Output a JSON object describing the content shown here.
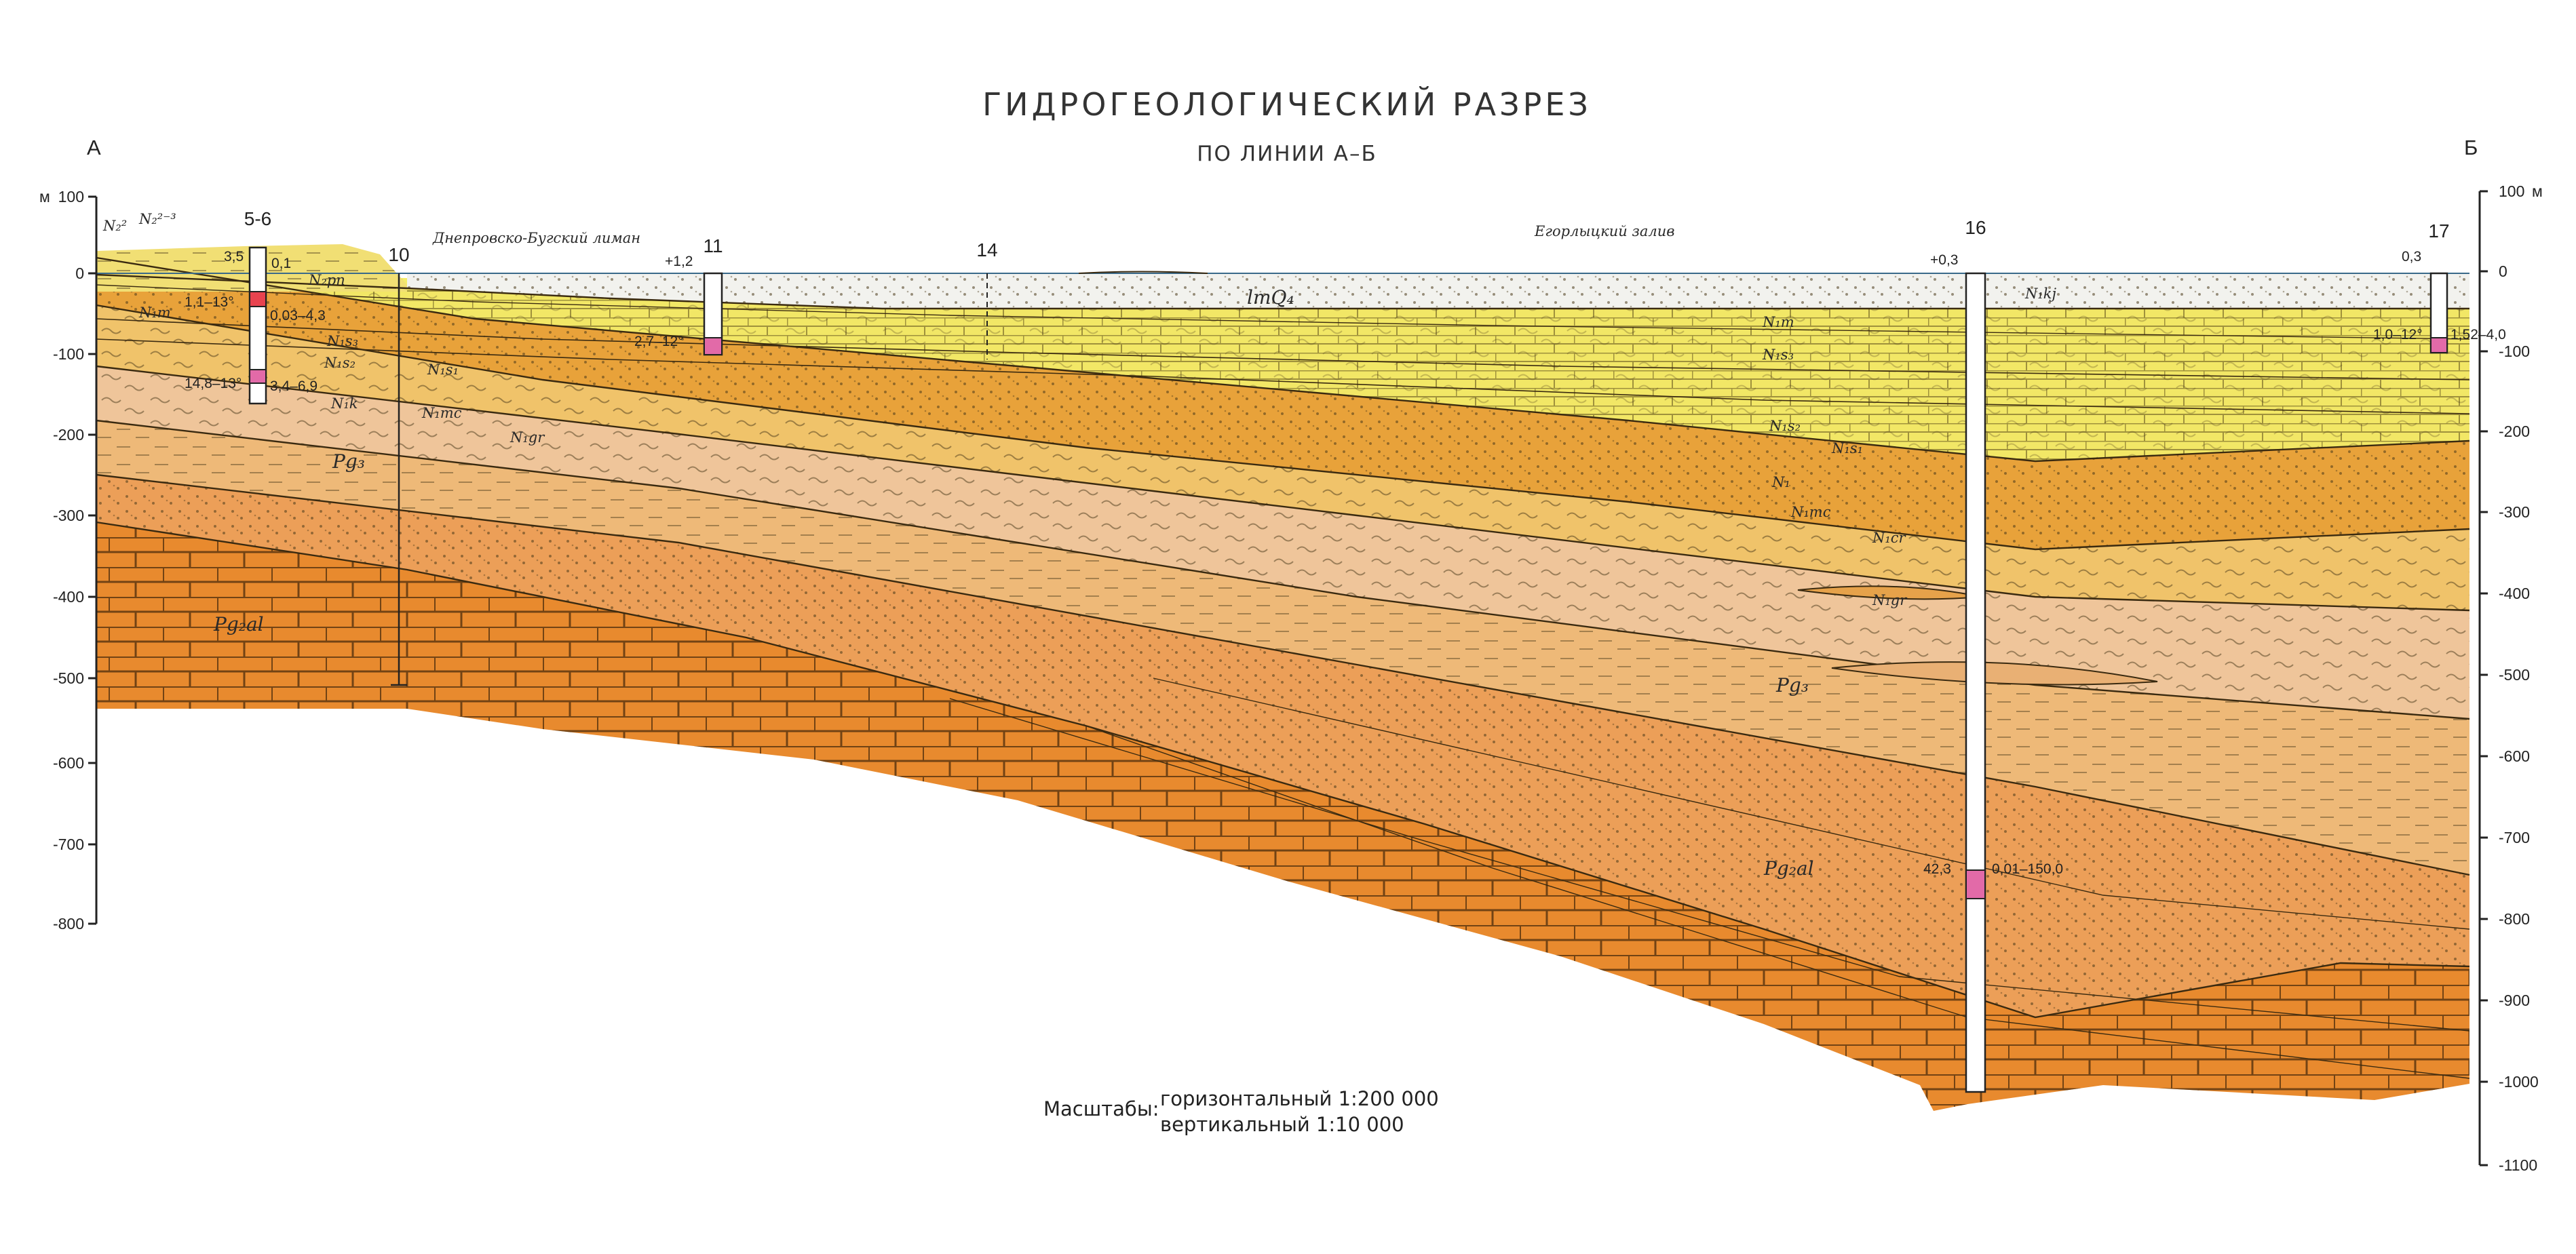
{
  "title": "ГИДРОГЕОЛОГИЧЕСКИЙ РАЗРЕЗ",
  "subtitle": "ПО ЛИНИИ А–Б",
  "endpoints": {
    "left": "А",
    "right": "Б"
  },
  "left_axis": {
    "unit": "м",
    "ticks": [
      "100",
      "0",
      "-100",
      "-200",
      "-300",
      "-400",
      "-500",
      "-600",
      "-700",
      "-800"
    ]
  },
  "right_axis": {
    "unit": "м",
    "ticks": [
      "100",
      "0",
      "-100",
      "-200",
      "-300",
      "-400",
      "-500",
      "-600",
      "-700",
      "-800",
      "-900",
      "-1000",
      "-1100"
    ]
  },
  "water_bodies": {
    "liman": "Днепровско-Бугский лиман",
    "bay": "Егорлыцкий залив"
  },
  "wells": [
    {
      "name": "5-6",
      "head": "3,5"
    },
    {
      "name": "10",
      "head": ""
    },
    {
      "name": "11",
      "head": "+1,2"
    },
    {
      "name": "14",
      "head": ""
    },
    {
      "name": "16",
      "head": "+0,3"
    },
    {
      "name": "17",
      "head": "0,3"
    }
  ],
  "well_values": {
    "w56_a": "0,1",
    "w56_b": "1,1–13°",
    "w56_c": "0,03–4,3",
    "w56_d": "14,8–13°",
    "w56_e": "3,4–6,9",
    "w11_a": "2,7–12°",
    "w16_a": "42,3",
    "w16_b": "0,01–150,0",
    "w17_a": "1,0–12°",
    "w17_b": "1,52–4,0"
  },
  "strata": {
    "n2": "N₂²",
    "n23": "N₂²⁻³",
    "n2pn": "N₂pn",
    "n1m": "N₁m",
    "n1s3": "N₁s₃",
    "n1s2": "N₁s₂",
    "n1s1": "N₁s₁",
    "n1k": "N₁k",
    "n1mc": "N₁mc",
    "n1gr": "N₁gr",
    "pg3": "Pg₃",
    "pg2al": "Pg₂al",
    "lmq": "lmQ₄",
    "n1kj": "N₁kj",
    "n1cr": "N₁cr",
    "n1": "N₁"
  },
  "scale": {
    "label": "Масштабы:",
    "horizontal": "горизонтальный 1:200 000",
    "vertical": "вертикальный 1:10 000"
  },
  "colors": {
    "sea": "#f2f2ee",
    "yellow_upper": "#f3ec6a",
    "yellow_mid": "#eede58",
    "ochre": "#e8a23a",
    "light_orange": "#f0c36a",
    "tan": "#efc59a",
    "sand": "#eeb978",
    "salmon": "#ec9f58",
    "limestone": "#e88a2e"
  }
}
